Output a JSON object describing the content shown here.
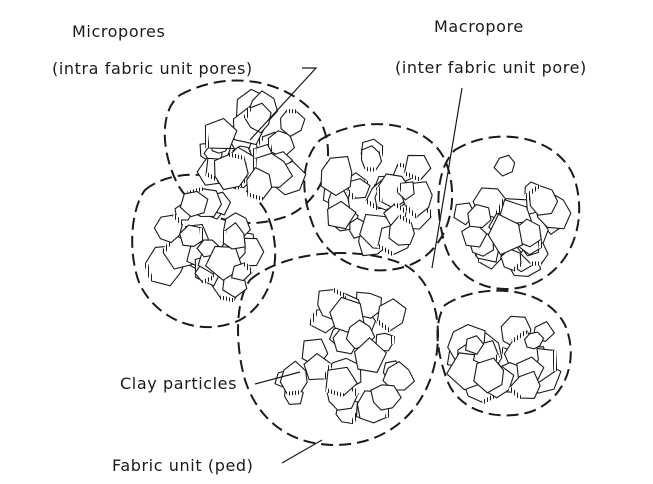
{
  "labels": {
    "micropores": "Micropores",
    "micropores_detail": "(intra fabric unit pores)",
    "macropore": "Macropore",
    "macropore_detail": "(inter fabric unit pore)",
    "clay_particles": "Clay particles",
    "fabric_unit": "Fabric unit (ped)"
  },
  "colors": {
    "ink": "#1a1a1a",
    "background": "#ffffff"
  }
}
